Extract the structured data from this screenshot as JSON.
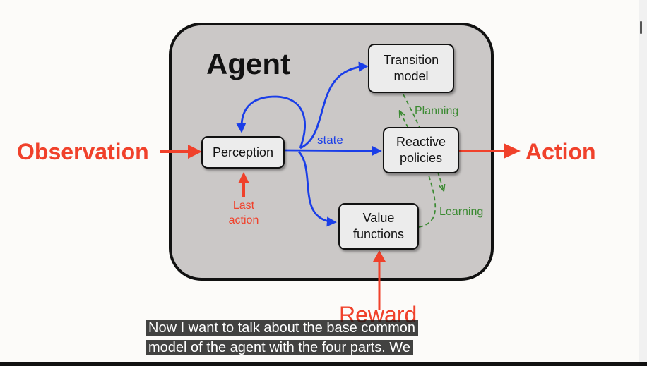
{
  "diagram": {
    "agent_title": "Agent",
    "nodes": {
      "perception": "Perception",
      "transition_model": [
        "Transition",
        "model"
      ],
      "reactive_policies": [
        "Reactive",
        "policies"
      ],
      "value_functions": [
        "Value",
        "functions"
      ]
    },
    "external": {
      "observation": "Observation",
      "action": "Action",
      "reward": "Reward",
      "last_action": [
        "Last",
        "action"
      ]
    },
    "edge_labels": {
      "state": "state",
      "planning": "Planning",
      "learning": "Learning"
    }
  },
  "caption": {
    "line1": "Now I want to talk about the base common",
    "line2": "model of the agent with the four parts. We"
  },
  "colors": {
    "agent_fill": "#cbc8c7",
    "red": "#f0412b",
    "blue": "#1a3ee8",
    "green": "#3b8a32"
  }
}
